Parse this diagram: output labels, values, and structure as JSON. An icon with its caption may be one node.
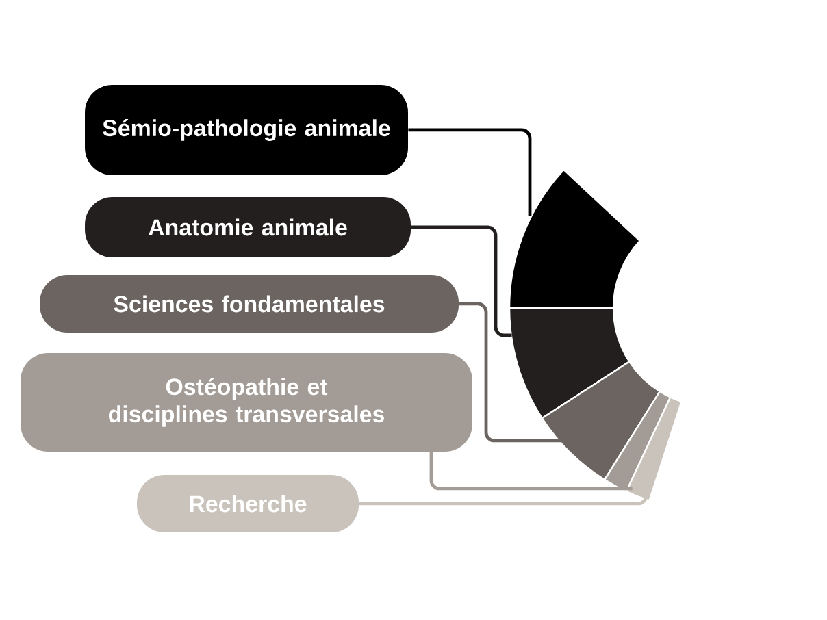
{
  "diagram": {
    "nodes": [
      {
        "text": [
          "Sémio-pathologie animale"
        ]
      },
      {
        "text": [
          "Anatomie animale"
        ]
      },
      {
        "text": [
          "Sciences fondamentales"
        ]
      },
      {
        "text": [
          "Ostéopathie et disciplines transversales"
        ]
      },
      {
        "text": [
          "Recherche"
        ]
      },
      {
        "text": [],
        "shape": "sector"
      },
      {
        "text": [],
        "shape": "sector"
      },
      {
        "text": [],
        "shape": "sector"
      },
      {
        "text": [],
        "shape": "sector"
      },
      {
        "text": [],
        "shape": "sector"
      }
    ],
    "edges": [
      {
        "from": 0,
        "to": 5,
        "arrow": "none",
        "color": "#000000"
      },
      {
        "from": 1,
        "to": 6,
        "arrow": "none",
        "color": "#231f1f"
      },
      {
        "from": 2,
        "to": 7,
        "arrow": "none",
        "color": "#6b6461"
      },
      {
        "from": 3,
        "to": 8,
        "arrow": "none",
        "color": "#a39c96"
      },
      {
        "from": 4,
        "to": 9,
        "arrow": "none",
        "color": "#c9c3bb"
      }
    ]
  }
}
